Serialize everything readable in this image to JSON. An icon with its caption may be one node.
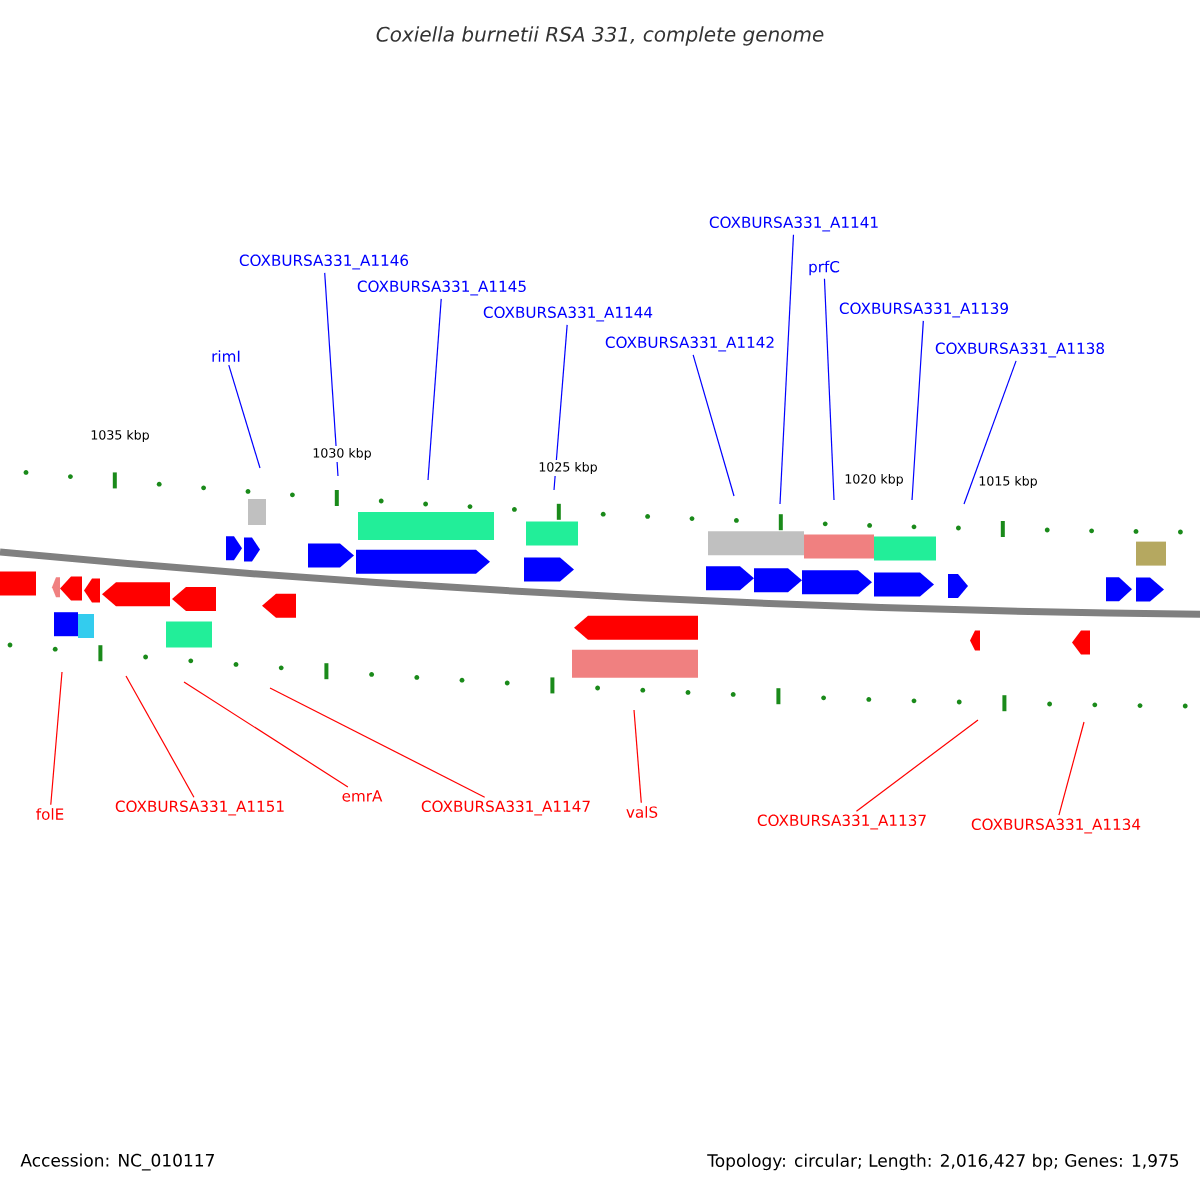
{
  "diagram": {
    "title": "Coxiella burnetii RSA 331, complete genome",
    "nodes": [
      {
        "text": [
          "rimI"
        ]
      },
      {
        "text": [
          "COXBURSA331_A1146"
        ]
      },
      {
        "text": [
          "COXBURSA331_A1145"
        ]
      },
      {
        "text": [
          "COXBURSA331_A1144"
        ]
      },
      {
        "text": [
          "COXBURSA331_A1142"
        ]
      },
      {
        "text": [
          "COXBURSA331_A1141"
        ]
      },
      {
        "text": [
          "prfC"
        ]
      },
      {
        "text": [
          "COXBURSA331_A1139"
        ]
      },
      {
        "text": [
          "COXBURSA331_A1138"
        ]
      },
      {
        "text": [
          "folE"
        ]
      },
      {
        "text": [
          "COXBURSA331_A1151"
        ]
      },
      {
        "text": [
          "emrA"
        ]
      },
      {
        "text": [
          "COXBURSA331_A1147"
        ]
      },
      {
        "text": [
          "valS"
        ]
      },
      {
        "text": [
          "COXBURSA331_A1137"
        ]
      },
      {
        "text": [
          "COXBURSA331_A1134"
        ]
      }
    ],
    "edges": [
      {
        "from": 0,
        "to": null,
        "arrow": "none"
      },
      {
        "from": 1,
        "to": null,
        "arrow": "none"
      },
      {
        "from": 2,
        "to": null,
        "arrow": "none"
      },
      {
        "from": 3,
        "to": null,
        "arrow": "none"
      },
      {
        "from": 4,
        "to": null,
        "arrow": "none"
      },
      {
        "from": 5,
        "to": null,
        "arrow": "none"
      },
      {
        "from": 6,
        "to": null,
        "arrow": "none"
      },
      {
        "from": 7,
        "to": null,
        "arrow": "none"
      },
      {
        "from": 8,
        "to": null,
        "arrow": "none"
      },
      {
        "from": 9,
        "to": null,
        "arrow": "none",
        "color": "#ff0000"
      },
      {
        "from": 10,
        "to": null,
        "arrow": "none",
        "color": "#ff0000"
      },
      {
        "from": 11,
        "to": null,
        "arrow": "none",
        "color": "#ff0000"
      },
      {
        "from": 12,
        "to": null,
        "arrow": "none",
        "color": "#ff0000"
      },
      {
        "from": 13,
        "to": null,
        "arrow": "none",
        "color": "#ff0000"
      },
      {
        "from": 14,
        "to": null,
        "arrow": "none",
        "color": "#ff0000"
      },
      {
        "from": 15,
        "to": null,
        "arrow": "none",
        "color": "#ff0000"
      }
    ],
    "labels": [
      "1035 kbp",
      "1030 kbp",
      "1025 kbp",
      "1020 kbp",
      "1015 kbp",
      "Accession: NC_010117",
      "Topology: circular; Length: 2,016,427 bp; Genes: 1,975"
    ]
  }
}
